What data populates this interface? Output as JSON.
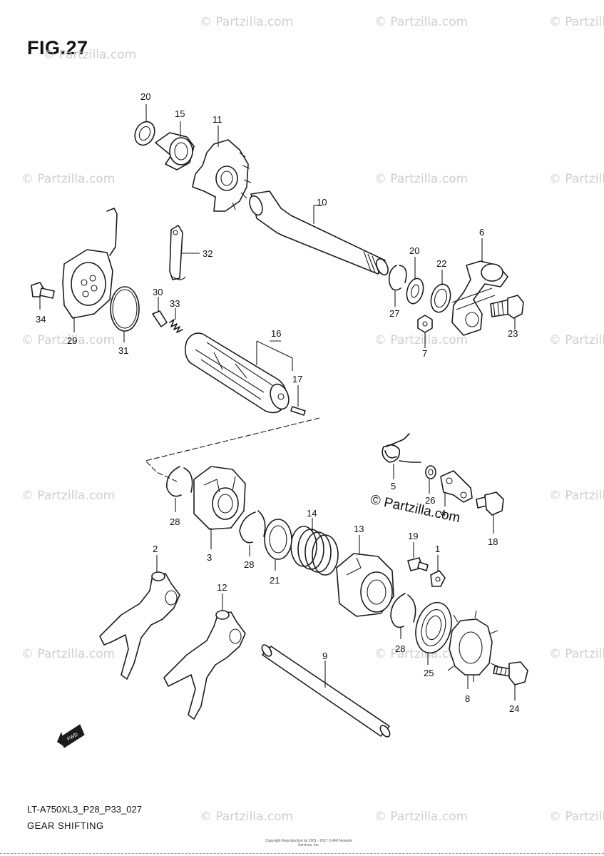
{
  "figure": {
    "title": "FIG.27",
    "code": "LT-A750XL3_P28_P33_027",
    "name": "GEAR SHIFTING",
    "logo": "© Partzilla.com",
    "watermark": "© Partzilla.com",
    "fwd_badge": "FWD",
    "copyright": "Copyright Reproduction by 2001 - 2017 © ARI Network Services, Inc."
  },
  "callouts": [
    {
      "id": "num-20-top",
      "text": "20"
    },
    {
      "id": "num-15",
      "text": "15"
    },
    {
      "id": "num-11",
      "text": "11"
    },
    {
      "id": "num-10",
      "text": "10"
    },
    {
      "id": "num-32",
      "text": "32"
    },
    {
      "id": "num-6",
      "text": "6"
    },
    {
      "id": "num-20-mid",
      "text": "20"
    },
    {
      "id": "num-22",
      "text": "22"
    },
    {
      "id": "num-27",
      "text": "27"
    },
    {
      "id": "num-7",
      "text": "7"
    },
    {
      "id": "num-23",
      "text": "23"
    },
    {
      "id": "num-30",
      "text": "30"
    },
    {
      "id": "num-33",
      "text": "33"
    },
    {
      "id": "num-34",
      "text": "34"
    },
    {
      "id": "num-29",
      "text": "29"
    },
    {
      "id": "num-31",
      "text": "31"
    },
    {
      "id": "num-16",
      "text": "16"
    },
    {
      "id": "num-17",
      "text": "17"
    },
    {
      "id": "num-5",
      "text": "5"
    },
    {
      "id": "num-26",
      "text": "26"
    },
    {
      "id": "num-4",
      "text": "4"
    },
    {
      "id": "num-18",
      "text": "18"
    },
    {
      "id": "num-28-a",
      "text": "28"
    },
    {
      "id": "num-3",
      "text": "3"
    },
    {
      "id": "num-28-b",
      "text": "28"
    },
    {
      "id": "num-14",
      "text": "14"
    },
    {
      "id": "num-21",
      "text": "21"
    },
    {
      "id": "num-13",
      "text": "13"
    },
    {
      "id": "num-19",
      "text": "19"
    },
    {
      "id": "num-1",
      "text": "1"
    },
    {
      "id": "num-2",
      "text": "2"
    },
    {
      "id": "num-12",
      "text": "12"
    },
    {
      "id": "num-9",
      "text": "9"
    },
    {
      "id": "num-28-c",
      "text": "28"
    },
    {
      "id": "num-25",
      "text": "25"
    },
    {
      "id": "num-8",
      "text": "8"
    },
    {
      "id": "num-24",
      "text": "24"
    }
  ]
}
